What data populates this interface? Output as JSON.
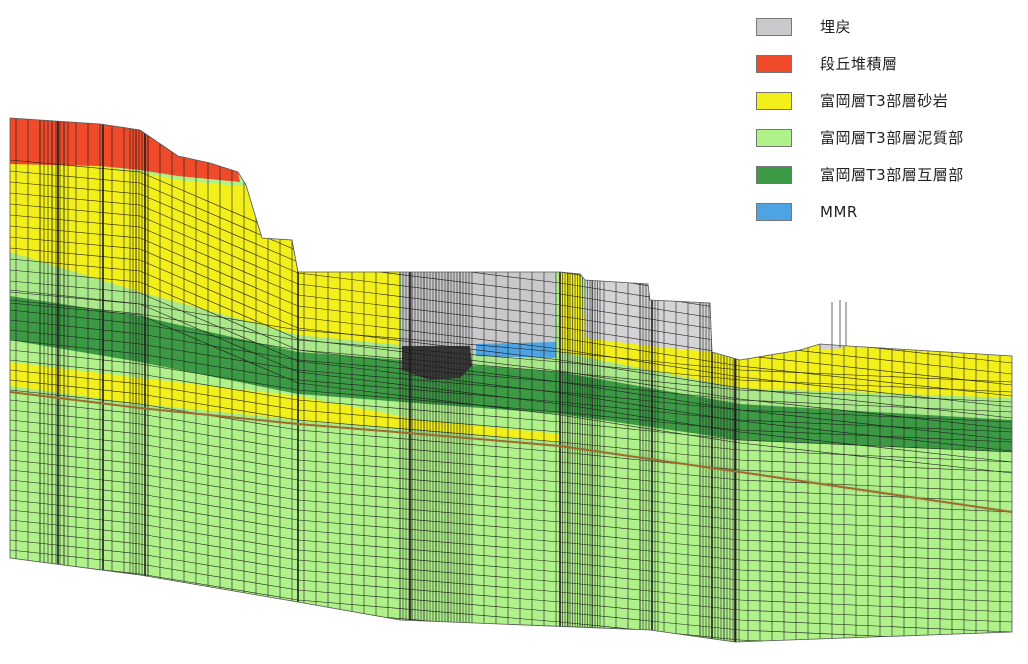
{
  "legend": {
    "items": [
      {
        "label": "埋戻",
        "color": "#c9c9cb"
      },
      {
        "label": "段丘堆積層",
        "color": "#ef4a2a"
      },
      {
        "label": "富岡層T3部層砂岩",
        "color": "#f2ef1a"
      },
      {
        "label": "富岡層T3部層泥質部",
        "color": "#b0f28a"
      },
      {
        "label": "富岡層T3部層互層部",
        "color": "#3d9a44"
      },
      {
        "label": "MMR",
        "color": "#4ea3e3"
      }
    ]
  },
  "colors": {
    "mesh_line": "#1e1e1e",
    "thin_seam": "#a06a2a",
    "fill_dark": "#3a3a3a"
  }
}
